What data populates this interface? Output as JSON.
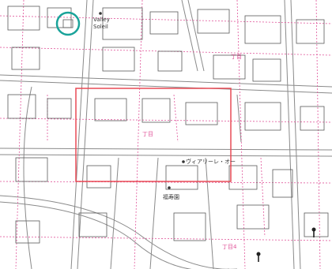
{
  "map": {
    "labels": {
      "valley_soleil_line1": "Valley",
      "valley_soleil_line2": "Soleil",
      "villa_oh": "ヴィアリーレ・オー",
      "fukujuen": "福寿園",
      "district_chome_1": "丁目",
      "district_chome_2": "丁目",
      "district_chome_3": "丁目4"
    },
    "colors": {
      "paper": "#ffffff",
      "block_fill": "#f5f5f5",
      "building_stroke": "#5a5a5a",
      "parcel_pink": "#e0559a",
      "road_edge": "#777777",
      "highlight_red": "#e84a55",
      "marker_teal": "#1aa39a",
      "label_dark": "#333333"
    },
    "icons": {
      "poi": "poi-dot-icon",
      "pin": "map-pin-icon"
    }
  }
}
